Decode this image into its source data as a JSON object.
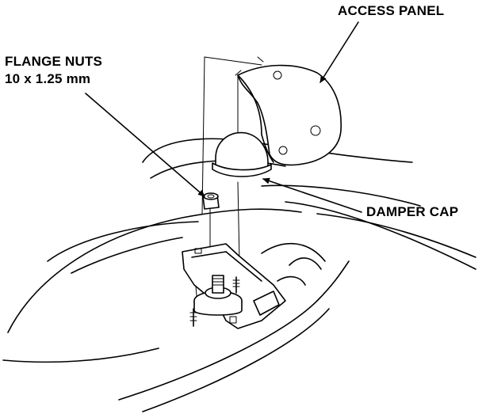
{
  "labels": {
    "access_panel": "ACCESS PANEL",
    "flange_nuts_line1": "FLANGE NUTS",
    "flange_nuts_line2": "10 x 1.25 mm",
    "damper_cap": "DAMPER CAP"
  }
}
